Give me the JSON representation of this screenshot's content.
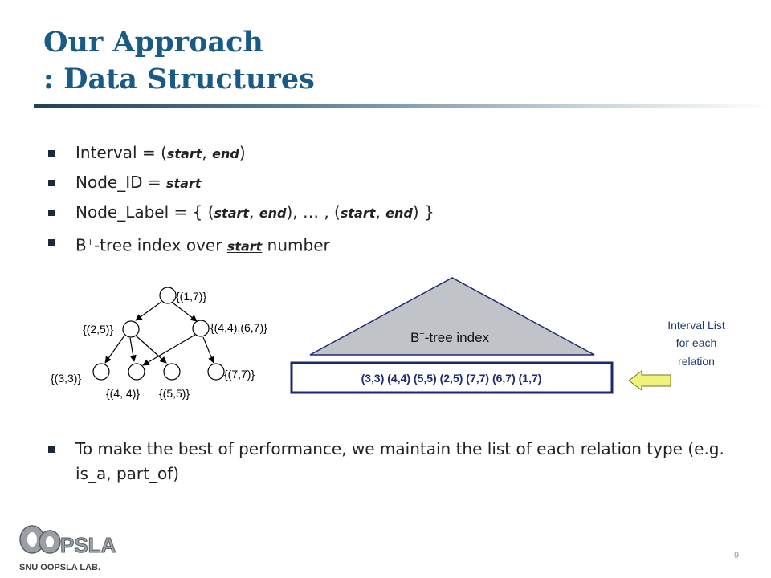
{
  "title": {
    "line1": "Our Approach",
    "line2": ": Data Structures"
  },
  "bullets": {
    "b1": {
      "pre": "Interval = (",
      "start": "start",
      "comma": ", ",
      "end": "end",
      "post": ")"
    },
    "b2": {
      "pre": "Node_ID = ",
      "start": "start"
    },
    "b3": {
      "pre": "Node_Label = { (",
      "start1": "start",
      "c1": ", ",
      "end1": "end",
      "mid": "), … , (",
      "start2": "start",
      "c2": ", ",
      "end2": "end",
      "post": ") }"
    },
    "b4": {
      "B": "B",
      "sup": "+",
      "pre": "-tree index over ",
      "start": "start",
      "post": " number"
    },
    "b5": "To make the best of performance, we maintain the list of each relation type (e.g.  is_a, part_of)"
  },
  "tree": {
    "root": "{(1,7)}",
    "n2": "{(2,5)}",
    "n6": "{(4,4),(6,7)}",
    "n3": "{(3,3)}",
    "n4": "{(4, 4)}",
    "n5": "{(5,5)}",
    "n7": "{(7,7)}"
  },
  "btree": {
    "label_b": "B",
    "label_sup": "+",
    "label_rest": "-tree index"
  },
  "interval_list": "(3,3) (4,4) (5,5) (2,5) (7,7) (6,7) (1,7)",
  "interval_caption": {
    "l1": "Interval List",
    "l2": "for each",
    "l3": "relation"
  },
  "logo": {
    "brand": "OOPSLA",
    "lab": "SNU OOPSLA LAB."
  },
  "page_number": "9",
  "colors": {
    "title": "#1a5b86",
    "triangle_fill": "#c0c4c8",
    "list_border": "#1e2a6e",
    "arrow_fill": "#f2f27a"
  }
}
